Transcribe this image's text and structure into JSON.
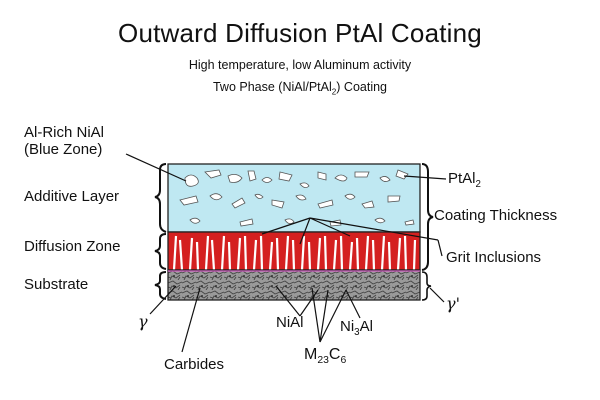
{
  "title": "Outward Diffusion PtAl Coating",
  "subtitle_line1": "High temperature, low Aluminum activity",
  "subtitle_line2_pre": "Two Phase (NiAl/PtAl",
  "subtitle_line2_sub": "2",
  "subtitle_line2_post": ") Coating",
  "labels": {
    "al_rich_line1": "Al-Rich NiAl",
    "al_rich_line2": "(Blue Zone)",
    "additive_layer": "Additive Layer",
    "diffusion_zone": "Diffusion Zone",
    "substrate": "Substrate",
    "ptal_main": "PtAl",
    "ptal_sub": "2",
    "coating_thickness": "Coating Thickness",
    "grit_inclusions": "Grit Inclusions",
    "gamma": "γ",
    "gamma_prime": "γ'",
    "nial": "NiAl",
    "ni3al_pre": "Ni",
    "ni3al_sub": "3",
    "ni3al_post": "Al",
    "carbides": "Carbides",
    "m23c6_m": "M",
    "m23c6_sub1": "23",
    "m23c6_c": "C",
    "m23c6_sub2": "6"
  },
  "colors": {
    "blue_zone": "#bfe8f2",
    "diffusion_red": "#d42020",
    "substrate_gray": "#8a8a8a"
  }
}
